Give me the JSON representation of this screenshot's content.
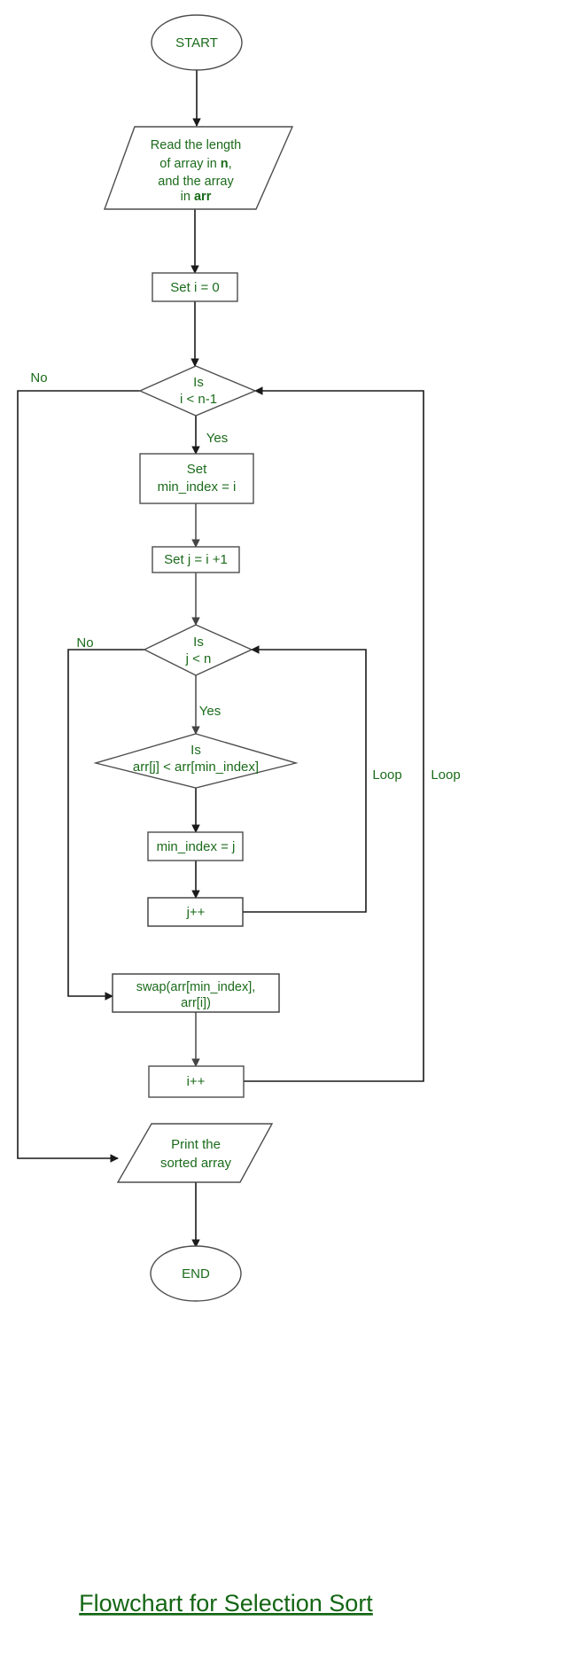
{
  "diagram": {
    "title": "Flowchart for Selection Sort",
    "accent_color": "#1b6b1b",
    "title_color": "#146614",
    "line_color": "#1a1a1a",
    "shape_stroke_color": "#4d4d4d",
    "background": "#ffffff",
    "nodes": {
      "start": {
        "type": "terminator",
        "label": "START"
      },
      "read_input": {
        "type": "io-parallelogram",
        "line1": "Read the length",
        "line2_pre": "of array in ",
        "line2_var": "n",
        "line2_post": ",",
        "line3": "and the array",
        "line4_pre": "in ",
        "line4_var": "arr"
      },
      "set_i": {
        "type": "process",
        "label": "Set i = 0"
      },
      "cond_outer": {
        "type": "decision",
        "line1": "Is",
        "line2": "i < n-1"
      },
      "set_min_index": {
        "type": "process",
        "line1": "Set",
        "line2": "min_index = i"
      },
      "set_j": {
        "type": "process",
        "label": "Set j = i +1"
      },
      "cond_inner": {
        "type": "decision",
        "line1": "Is",
        "line2": "j < n"
      },
      "cond_compare": {
        "type": "decision",
        "line1": "Is",
        "line2": "arr[j] < arr[min_index]"
      },
      "assign_min_index": {
        "type": "process",
        "label": "min_index = j"
      },
      "j_increment": {
        "type": "process",
        "label": "j++"
      },
      "swap": {
        "type": "process",
        "line1": "swap(arr[min_index],",
        "line2": "arr[i])"
      },
      "i_increment": {
        "type": "process",
        "label": "i++"
      },
      "print_output": {
        "type": "io-parallelogram",
        "line1": "Print the",
        "line2": "sorted array"
      },
      "end": {
        "type": "terminator",
        "label": "END"
      }
    },
    "edge_labels": {
      "outer_no": "No",
      "outer_yes": "Yes",
      "inner_no": "No",
      "inner_yes": "Yes",
      "inner_loop": "Loop",
      "outer_loop": "Loop"
    }
  }
}
